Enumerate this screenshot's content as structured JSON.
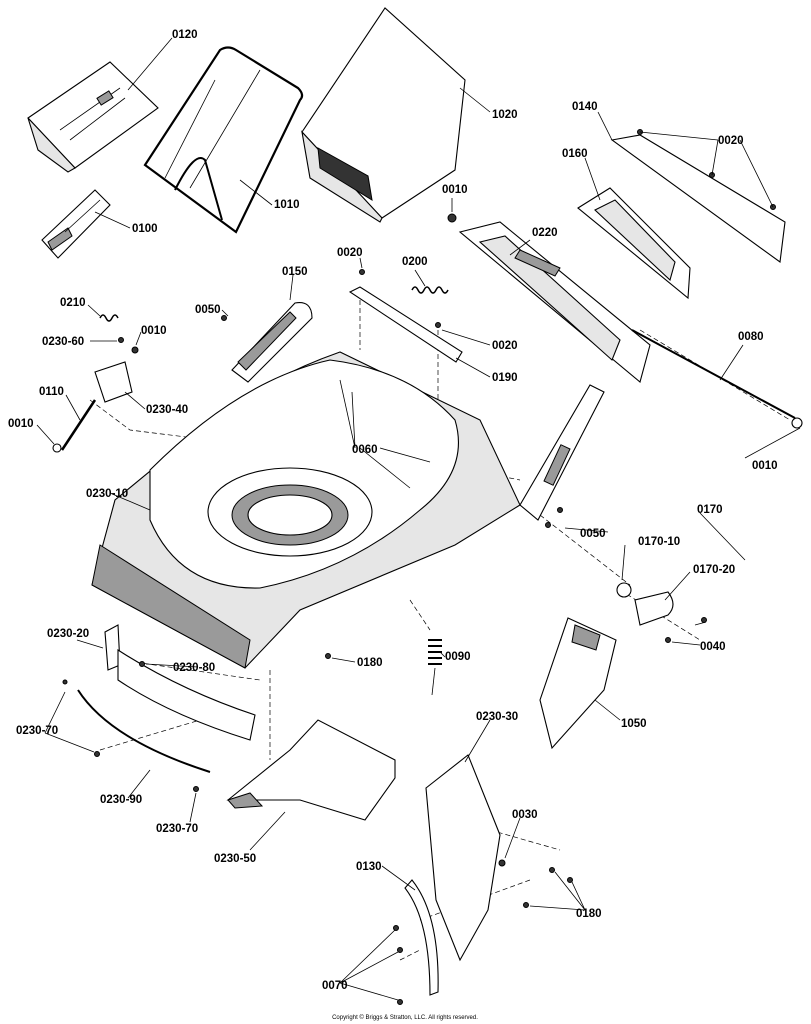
{
  "labels": {
    "l0010": "0010",
    "l0020": "0020",
    "l0030": "0030",
    "l0040": "0040",
    "l0050": "0050",
    "l0060": "0060",
    "l0070": "0070",
    "l0080": "0080",
    "l0090": "0090",
    "l0100": "0100",
    "l0110": "0110",
    "l0120": "0120",
    "l0130": "0130",
    "l0140": "0140",
    "l0150": "0150",
    "l0160": "0160",
    "l0170": "0170",
    "l0170_10": "0170-10",
    "l0170_20": "0170-20",
    "l0180": "0180",
    "l0190": "0190",
    "l0200": "0200",
    "l0210": "0210",
    "l0220": "0220",
    "l0230_10": "0230-10",
    "l0230_20": "0230-20",
    "l0230_30": "0230-30",
    "l0230_40": "0230-40",
    "l0230_50": "0230-50",
    "l0230_60": "0230-60",
    "l0230_70": "0230-70",
    "l0230_80": "0230-80",
    "l0230_90": "0230-90",
    "l1010": "1010",
    "l1020": "1020",
    "l1050": "1050"
  },
  "copyright": "Copyright © Briggs & Stratton, LLC. All rights reserved."
}
